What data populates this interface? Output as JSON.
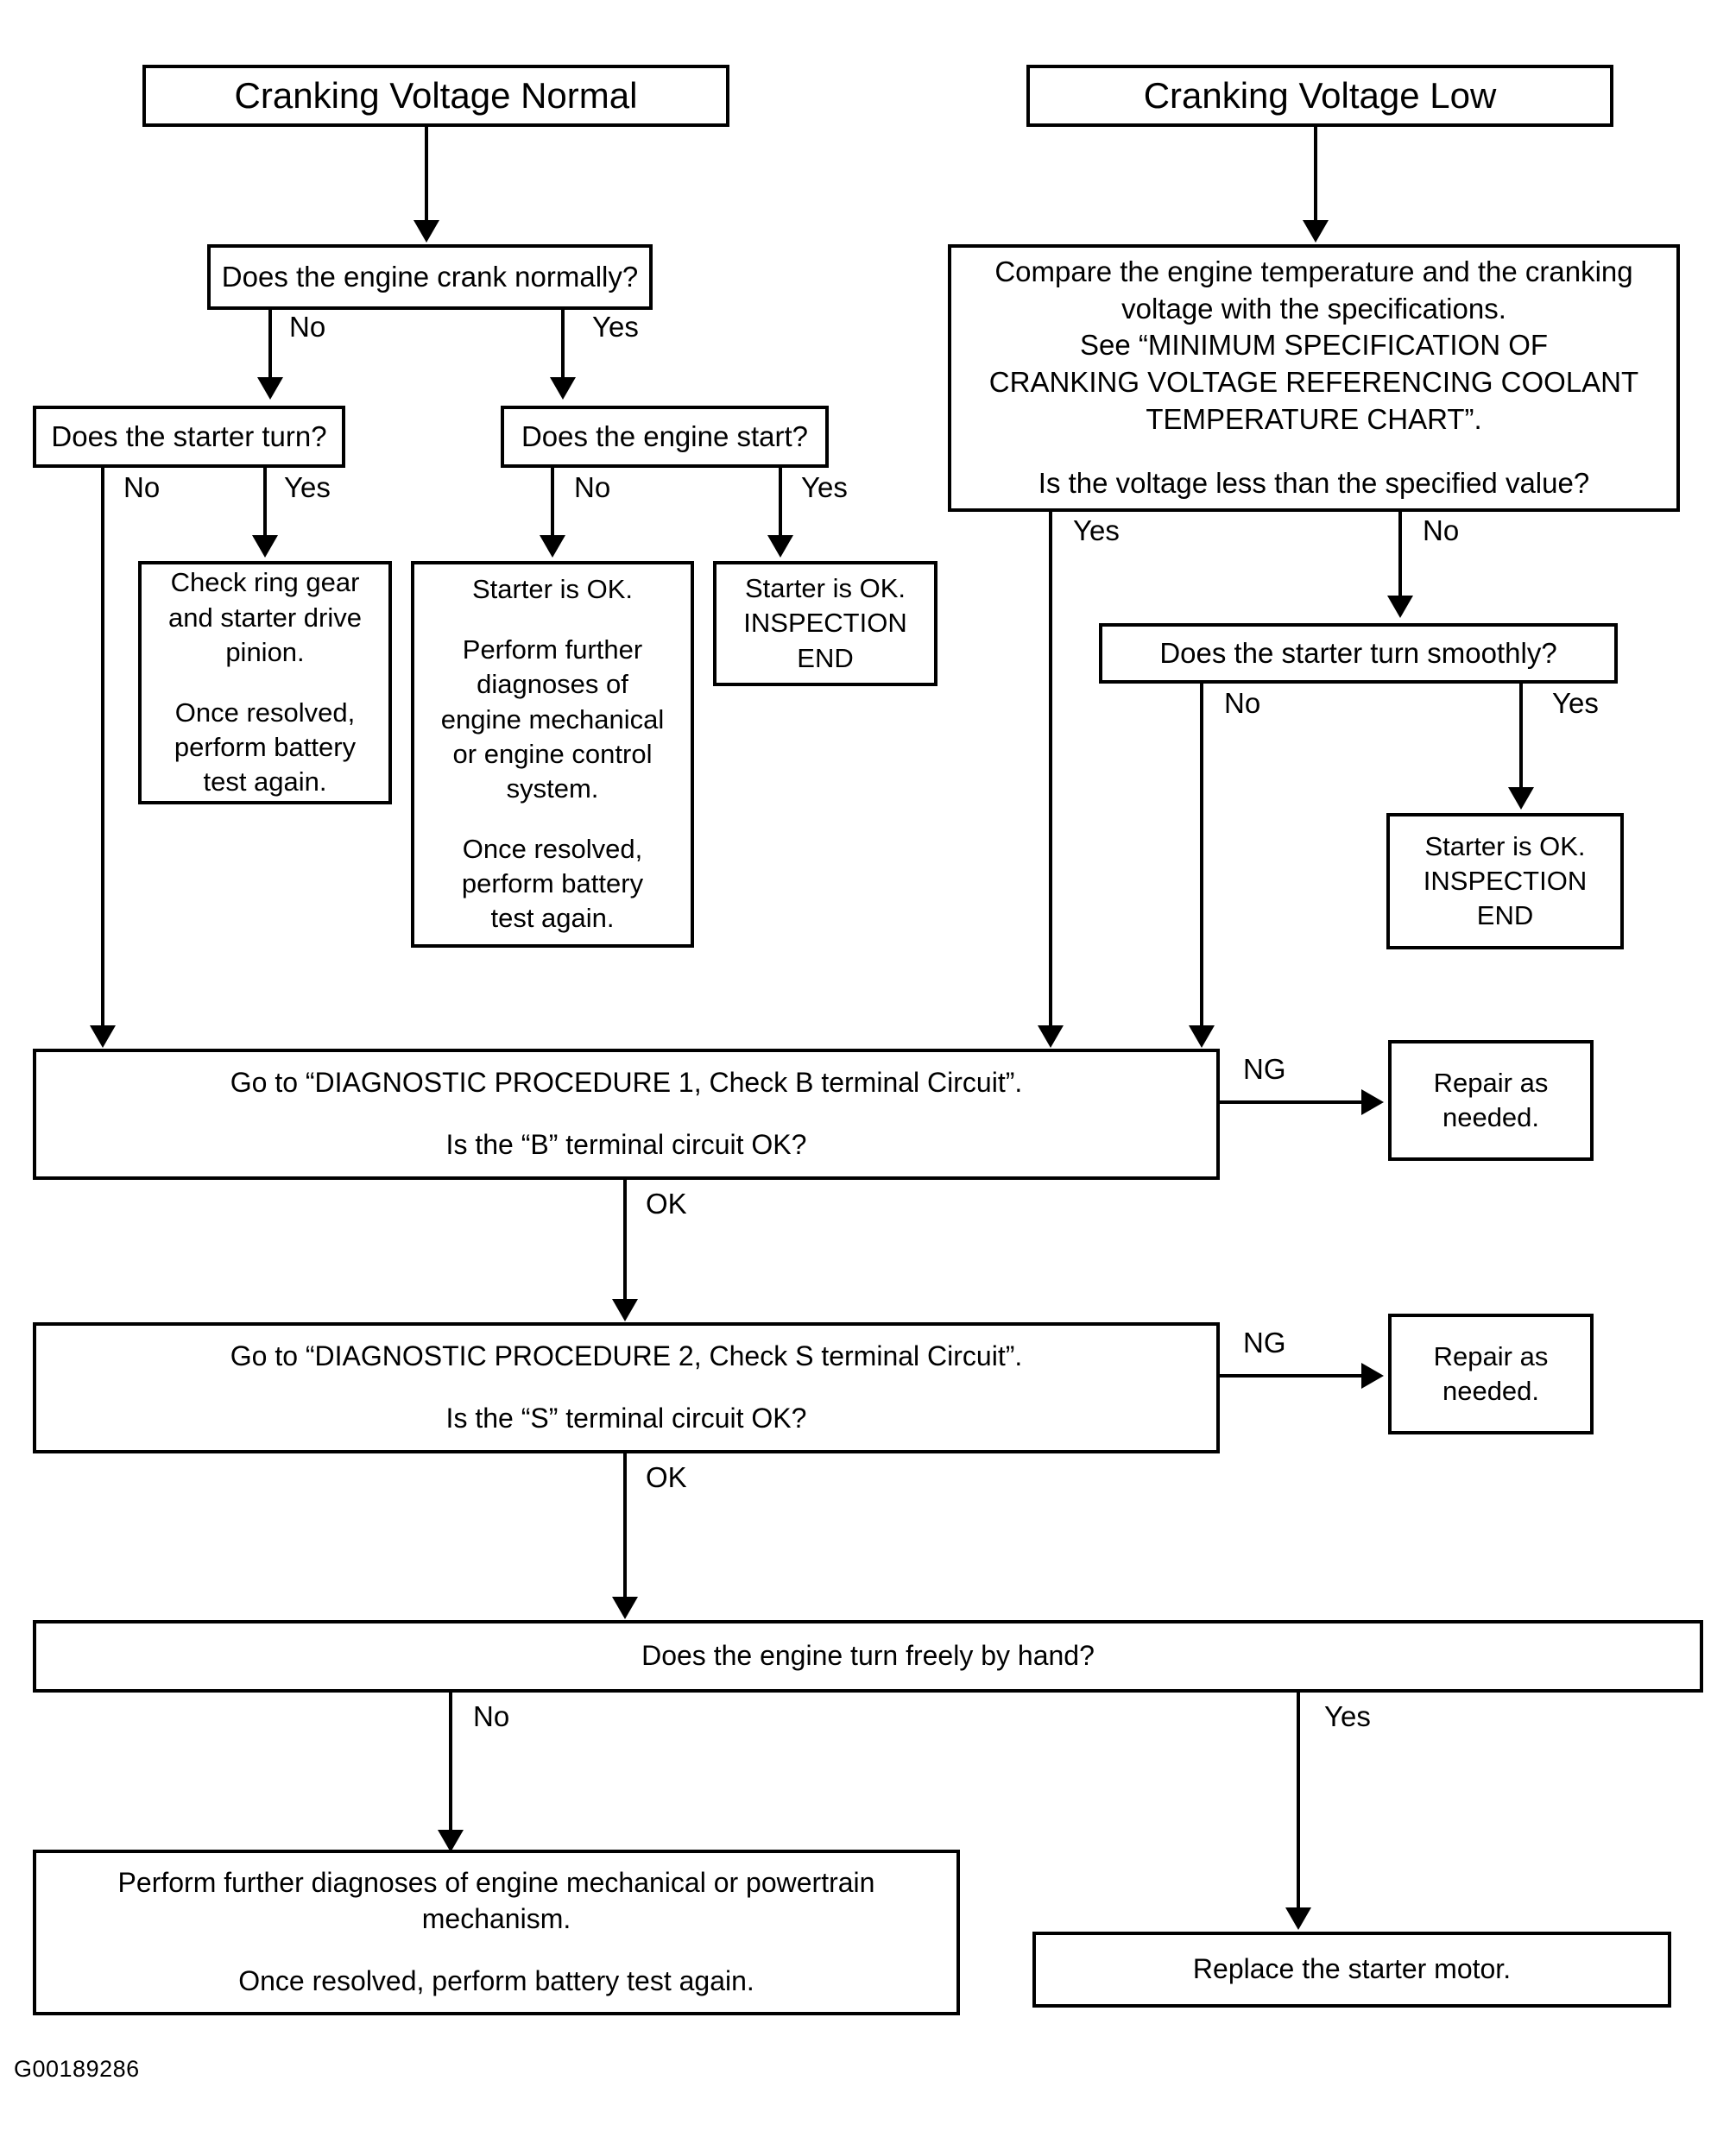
{
  "figure": {
    "code": "G00189286",
    "type": "diagnostic-flowchart"
  },
  "nodes": {
    "cranking_voltage_normal": "Cranking Voltage Normal",
    "cranking_voltage_low": "Cranking Voltage Low",
    "engine_crank_normally": "Does the engine crank normally?",
    "starter_turn": "Does the starter turn?",
    "engine_start": "Does the engine start?",
    "compare_temp_l1": "Compare the engine temperature and the cranking",
    "compare_temp_l2": "voltage with the specifications.",
    "compare_temp_l3": "See “MINIMUM SPECIFICATION OF",
    "compare_temp_l4": "CRANKING VOLTAGE REFERENCING COOLANT",
    "compare_temp_l5": "TEMPERATURE CHART”.",
    "compare_temp_l6": "Is the voltage less than the specified value?",
    "check_ring_gear_l1": "Check ring gear",
    "check_ring_gear_l2": "and starter drive",
    "check_ring_gear_l3": "pinion.",
    "check_ring_gear_l4": "Once resolved,",
    "check_ring_gear_l5": "perform battery",
    "check_ring_gear_l6": "test again.",
    "starter_ok_diag_l1": "Starter is OK.",
    "starter_ok_diag_l2": "Perform further",
    "starter_ok_diag_l3": "diagnoses of",
    "starter_ok_diag_l4": "engine mechanical",
    "starter_ok_diag_l5": "or engine control",
    "starter_ok_diag_l6": "system.",
    "starter_ok_diag_l7": "Once resolved,",
    "starter_ok_diag_l8": "perform battery",
    "starter_ok_diag_l9": "test again.",
    "starter_ok_end_a_l1": "Starter is OK.",
    "starter_ok_end_a_l2": "INSPECTION",
    "starter_ok_end_a_l3": "END",
    "starter_turn_smoothly": "Does the starter turn smoothly?",
    "starter_ok_end_b_l1": "Starter is OK.",
    "starter_ok_end_b_l2": "INSPECTION",
    "starter_ok_end_b_l3": "END",
    "diag_proc_1_l1": "Go to “DIAGNOSTIC PROCEDURE 1, Check B terminal Circuit”.",
    "diag_proc_1_l2": "Is the “B” terminal circuit OK?",
    "repair_1_l1": "Repair as",
    "repair_1_l2": "needed.",
    "diag_proc_2_l1": "Go to “DIAGNOSTIC PROCEDURE 2, Check S terminal Circuit”.",
    "diag_proc_2_l2": "Is the “S” terminal circuit OK?",
    "repair_2_l1": "Repair as",
    "repair_2_l2": "needed.",
    "engine_turn_freely": "Does the engine turn freely by hand?",
    "perform_diag_powertrain_l1": "Perform further diagnoses of engine mechanical or powertrain",
    "perform_diag_powertrain_l2": "mechanism.",
    "perform_diag_powertrain_l3": "Once resolved, perform battery test again.",
    "replace_starter_motor": "Replace the starter motor."
  },
  "branch_labels": {
    "crank_no": "No",
    "crank_yes": "Yes",
    "starter_turn_no": "No",
    "starter_turn_yes": "Yes",
    "engine_start_no": "No",
    "engine_start_yes": "Yes",
    "voltage_yes": "Yes",
    "voltage_no": "No",
    "smooth_no": "No",
    "smooth_yes": "Yes",
    "proc1_ng": "NG",
    "proc1_ok": "OK",
    "proc2_ng": "NG",
    "proc2_ok": "OK",
    "turn_freely_no": "No",
    "turn_freely_yes": "Yes"
  },
  "colors": {
    "stroke": "#000000",
    "background": "#ffffff"
  }
}
